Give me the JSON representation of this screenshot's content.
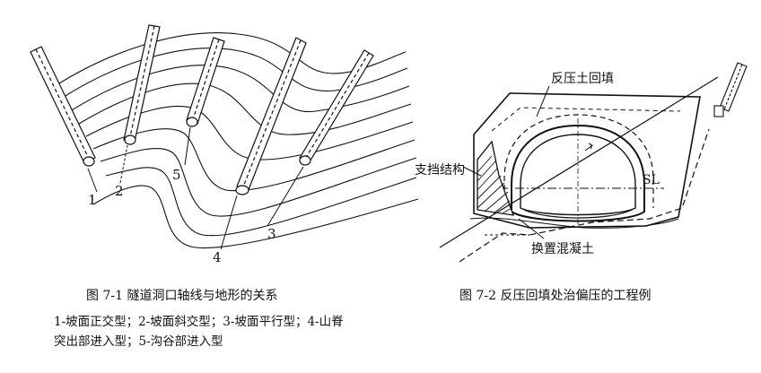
{
  "figure1": {
    "caption": "图 7-1    隧道洞口轴线与地形的关系",
    "legend_line1": "1-坡面正交型；2-坡面斜交型；3-坡面平行型；4-山脊",
    "legend_line2": "突出部进入型；5-沟谷部进入型",
    "markers": [
      "1",
      "2",
      "3",
      "4",
      "5"
    ]
  },
  "figure2": {
    "caption": "图 7-2    反压回填处治偏压的工程例",
    "label_backfill": "反压土回填",
    "label_retaining": "支挡结构",
    "label_replacement": "换置混凝土",
    "label_sl": "SL"
  }
}
